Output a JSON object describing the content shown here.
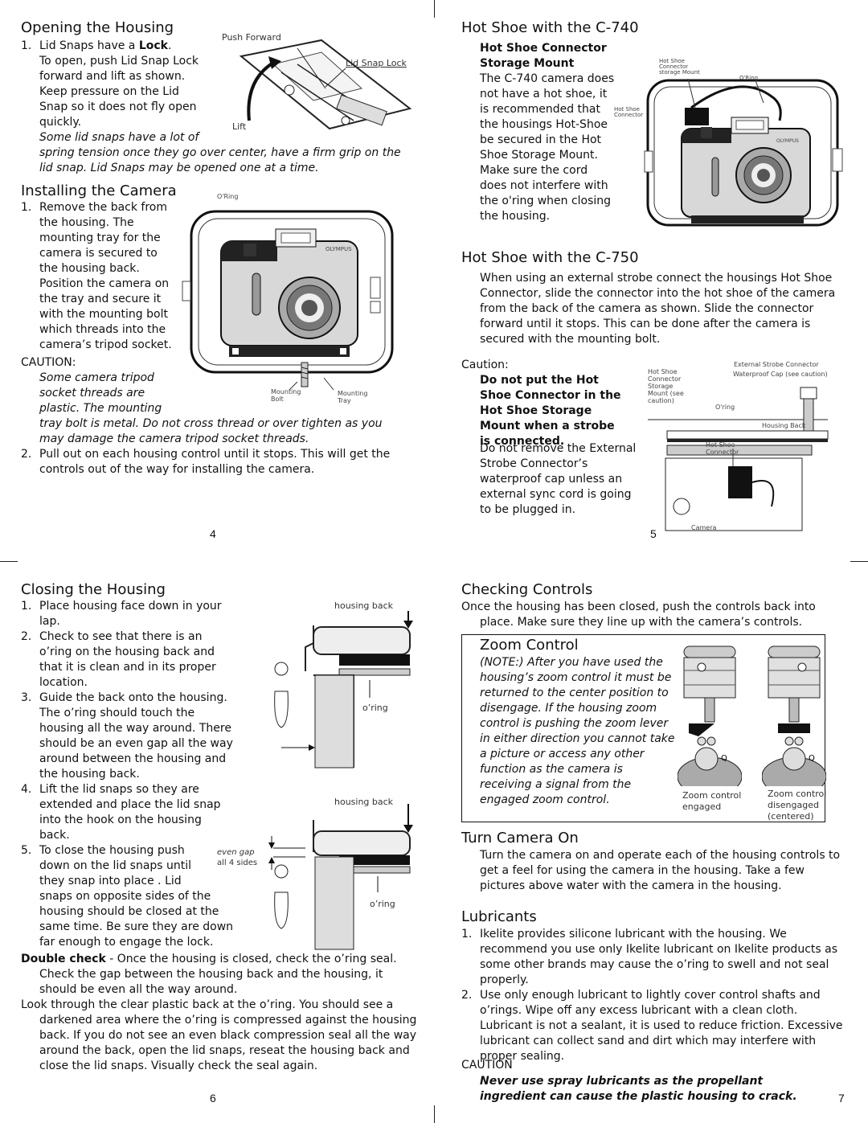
{
  "page4": {
    "opening": {
      "title": "Opening the Housing",
      "item1_num": "1.",
      "item1_a": "Lid Snaps have a",
      "item1_lock": "Lock",
      "item1_lines": [
        "To open, push Lid Snap Lock",
        "forward and lift as shown.",
        "Keep pressure on the Lid",
        "Snap so it does not fly open",
        "quickly."
      ],
      "note_line1": "Some lid snaps have a lot of",
      "note_rest": "spring tension once they go over center, have a firm grip on the lid snap. Lid Snaps may be opened one at a time.",
      "fig_push": "Push Forward",
      "fig_lock": "Lid Snap Lock",
      "fig_lift": "Lift"
    },
    "installing": {
      "title": "Installing the Camera",
      "item1_num": "1.",
      "item1_lines": [
        "Remove the back from",
        "the housing. The",
        "mounting tray for the",
        "camera is secured to",
        "the housing back.",
        "Position the camera on",
        "the tray and secure it",
        "with the mounting bolt",
        "which threads into the",
        "camera’s tripod socket."
      ],
      "caution_label": "CAUTION:",
      "caution_lines": [
        "Some camera tripod",
        "socket threads are",
        "plastic. The mounting"
      ],
      "caution_rest": "tray bolt is metal. Do not cross thread or over tighten as you may damage the camera tripod socket threads.",
      "item2_num": "2.",
      "item2": "Pull out on each housing control until it stops. This will get the controls out of the way for installing the camera.",
      "fig_oring": "O'Ring",
      "fig_brand": "OLYMPUS",
      "fig_bolt": "Mounting Bolt",
      "fig_tray": "Mounting Tray"
    },
    "page_number": "4"
  },
  "page5": {
    "c740": {
      "title": "Hot Shoe with the C-740",
      "sub1": "Hot Shoe Connector",
      "sub2": "Storage Mount",
      "lines": [
        "The C-740 camera does",
        "not have a hot shoe, it",
        "is recommended that",
        "the housings Hot-Shoe",
        "be secured in the Hot",
        "Shoe Storage Mount.",
        "Make sure the cord",
        "does not interfere with",
        "the o'ring when closing",
        "the housing."
      ],
      "fig_storage": "Hot Shoe Connector storage Mount",
      "fig_oring": "O'Ring",
      "fig_hotshoe": "Hot Shoe Connector",
      "fig_brand": "OLYMPUS"
    },
    "c750": {
      "title": "Hot Shoe with the C-750",
      "para": "When using an external strobe connect the housings Hot Shoe Connector, slide the connector into the hot shoe of the camera from the back of the camera as shown. Slide the connector forward until it stops. This can be done after the camera is secured with the mounting bolt.",
      "caution_label": "Caution:",
      "caution_bold": "Do not put the Hot Shoe Connector in the Hot Shoe Storage Mount when a strobe is connected.",
      "caution2": "Do not remove the External Strobe Connector’s waterproof cap unless an external sync cord is going to be plugged in.",
      "fig_ext": "External Strobe Connector",
      "fig_cap": "Waterproof Cap (see caution)",
      "fig_storage": "Hot Shoe Connector Storage Mount (see caution)",
      "fig_oring": "O'ring",
      "fig_back": "Housing Back",
      "fig_hotshoe": "Hot Shoe Connector",
      "fig_camera": "Camera"
    },
    "page_number": "5"
  },
  "page6": {
    "closing": {
      "title": "Closing the Housing",
      "items": [
        {
          "num": "1.",
          "lines": [
            "Place housing face down in your",
            "lap."
          ]
        },
        {
          "num": "2.",
          "lines": [
            "Check to see that there is an",
            "o’ring on the housing back and",
            "that it is clean and in its proper",
            "location."
          ]
        },
        {
          "num": "3.",
          "lines": [
            "Guide the back onto the housing.",
            "The o’ring should touch the",
            "housing all the way around. There",
            "should be an even gap all the way",
            "around between the housing and",
            "the housing back."
          ]
        },
        {
          "num": "4.",
          "lines": [
            "Lift the lid snaps so they are",
            "extended and place the lid snap",
            "into the hook on the housing",
            "back."
          ]
        },
        {
          "num": "5.",
          "lines": [
            "To close the housing push",
            "down on the lid snaps until",
            "they snap into place . Lid",
            "snaps on opposite sides of the",
            "housing should be closed at the",
            "same time. Be sure they are down",
            "far enough to engage the lock."
          ]
        }
      ],
      "double_label": "Double check",
      "double_text": " - Once the housing is closed, check the o’ring seal. Check the gap between the housing back and the housing, it should be even all the way around.",
      "look_text": "Look through the clear plastic back at the o’ring. You should see a darkened area where the o’ring is compressed against the housing back. If you do not see an even black compression seal all the way around the back, open the lid snaps, reseat the housing back and close the lid snaps. Visually check the seal again.",
      "fig_housing_back": "housing back",
      "fig_oring": "o’ring",
      "fig_gap1": "even gap",
      "fig_gap2": "all 4 sides"
    },
    "page_number": "6"
  },
  "page7": {
    "checking": {
      "title": "Checking Controls",
      "para": "Once the housing has been closed, push the controls back into place. Make sure they line up with the camera’s controls."
    },
    "zoom": {
      "title": "Zoom Control",
      "note": "(NOTE:) After you have used the housing’s zoom control it must be returned to the center position to disengage. If the housing zoom control is pushing the zoom lever in either direction you cannot take a picture or access any other function as the camera is receiving a signal from the engaged zoom control.",
      "cap1a": "Zoom control",
      "cap1b": "engaged",
      "cap2a": "Zoom control",
      "cap2b": "disengaged",
      "cap2c": "(centered)"
    },
    "turn_on": {
      "title": "Turn Camera On",
      "para": "Turn the camera on and operate each of the housing controls to get a feel for using the camera in the housing. Take a few pictures above water with the camera in the housing."
    },
    "lubricants": {
      "title": "Lubricants",
      "items": [
        {
          "num": "1.",
          "text": "Ikelite provides silicone lubricant with the housing. We recommend you use only Ikelite lubricant on Ikelite products as some other brands may cause the o’ring to swell and not seal properly."
        },
        {
          "num": "2.",
          "text": "Use only enough lubricant to lightly cover control shafts and o’rings. Wipe off any excess lubricant with a clean cloth. Lubricant is not a sealant, it is used to reduce friction. Excessive lubricant can collect sand and dirt which may interfere with proper sealing."
        }
      ],
      "caution_label": "CAUTION",
      "caution_text": "Never use spray lubricants as the propellant ingredient can cause the plastic housing to crack."
    },
    "page_number": "7"
  }
}
